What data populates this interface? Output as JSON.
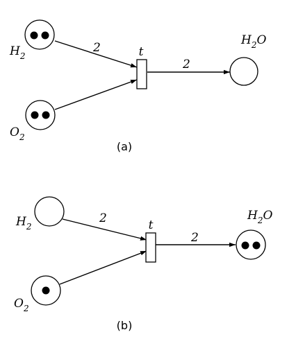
{
  "diagram_a": {
    "caption": "(a)",
    "transition_label": "t",
    "places": {
      "h2": {
        "letter": "H",
        "subscript": "2",
        "tokens": 2
      },
      "o2": {
        "letter": "O",
        "subscript": "2",
        "tokens": 2
      },
      "h2o": {
        "letter": "H",
        "subscript": "2",
        "suffix": "O",
        "tokens": 0
      }
    },
    "arc_weights": {
      "h2_to_t": "2",
      "t_to_h2o": "2"
    }
  },
  "diagram_b": {
    "caption": "(b)",
    "transition_label": "t",
    "places": {
      "h2": {
        "letter": "H",
        "subscript": "2",
        "tokens": 0
      },
      "o2": {
        "letter": "O",
        "subscript": "2",
        "tokens": 1
      },
      "h2o": {
        "letter": "H",
        "subscript": "2",
        "suffix": "O",
        "tokens": 2
      }
    },
    "arc_weights": {
      "h2_to_t": "2",
      "t_to_h2o": "2"
    }
  }
}
